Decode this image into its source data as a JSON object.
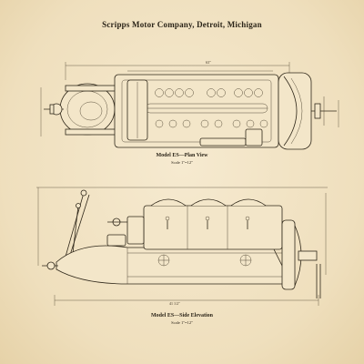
{
  "heading": "Scripps Motor Company, Detroit, Michigan",
  "plan_view": {
    "title": "Model ES—Plan View",
    "scale": "Scale 1\"=12\"",
    "overall_dimension": "63\""
  },
  "side_elevation": {
    "title": "Model ES—Side Elevation",
    "scale": "Scale 1\"=12\"",
    "overall_dimension": "41 1/2\""
  },
  "colors": {
    "paper": "#f1e4c6",
    "ink": "#2f2719"
  }
}
